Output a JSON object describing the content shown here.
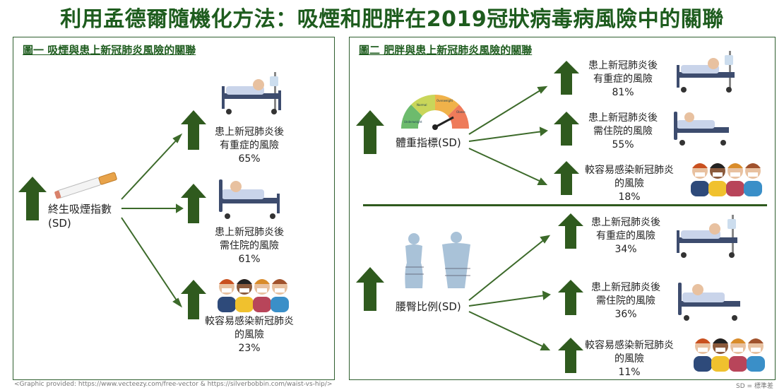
{
  "title": "利用孟德爾隨機化方法：吸煙和肥胖在2019冠狀病毒病風險中的關聯",
  "figure1": {
    "title": "圖一  吸煙與患上新冠肺炎風險的關聯",
    "exposure": "終生吸煙指數",
    "exposure_unit": "(SD)",
    "outcomes": [
      {
        "line1": "患上新冠肺炎後",
        "line2": "有重症的風險",
        "value": "65%"
      },
      {
        "line1": "患上新冠肺炎後",
        "line2": "需住院的風險",
        "value": "61%"
      },
      {
        "line1": "較容易感染新冠肺炎",
        "line2": "的風險",
        "value": "23%"
      }
    ]
  },
  "figure2": {
    "title": "圖二  肥胖與患上新冠肺炎風險的關聯",
    "exposure_a": "體重指標(SD)",
    "outcomes_a": [
      {
        "line1": "患上新冠肺炎後",
        "line2": "有重症的風險",
        "value": "81%"
      },
      {
        "line1": "患上新冠肺炎後",
        "line2": "需住院的風險",
        "value": "55%"
      },
      {
        "line1": "較容易感染新冠肺炎",
        "line2": "的風險",
        "value": "18%"
      }
    ],
    "exposure_b": "腰臀比例(SD)",
    "outcomes_b": [
      {
        "line1": "患上新冠肺炎後",
        "line2": "有重症的風險",
        "value": "34%"
      },
      {
        "line1": "患上新冠肺炎後",
        "line2": "需住院的風險",
        "value": "36%"
      },
      {
        "line1": "較容易感染新冠肺炎",
        "line2": "的風險",
        "value": "11%"
      }
    ]
  },
  "gauge_labels": [
    "Underweight",
    "Normal",
    "Overweight",
    "Obese"
  ],
  "footer_credit": "<Graphic provided: https://www.vecteezy.com/free-vector & https://silverbobbin.com/waist-vs-hip/>",
  "footer_sd": "SD = 標準差",
  "colors": {
    "accent": "#2f5a1e",
    "title": "#1e5c1e",
    "arrow": "#3c6a2a"
  }
}
